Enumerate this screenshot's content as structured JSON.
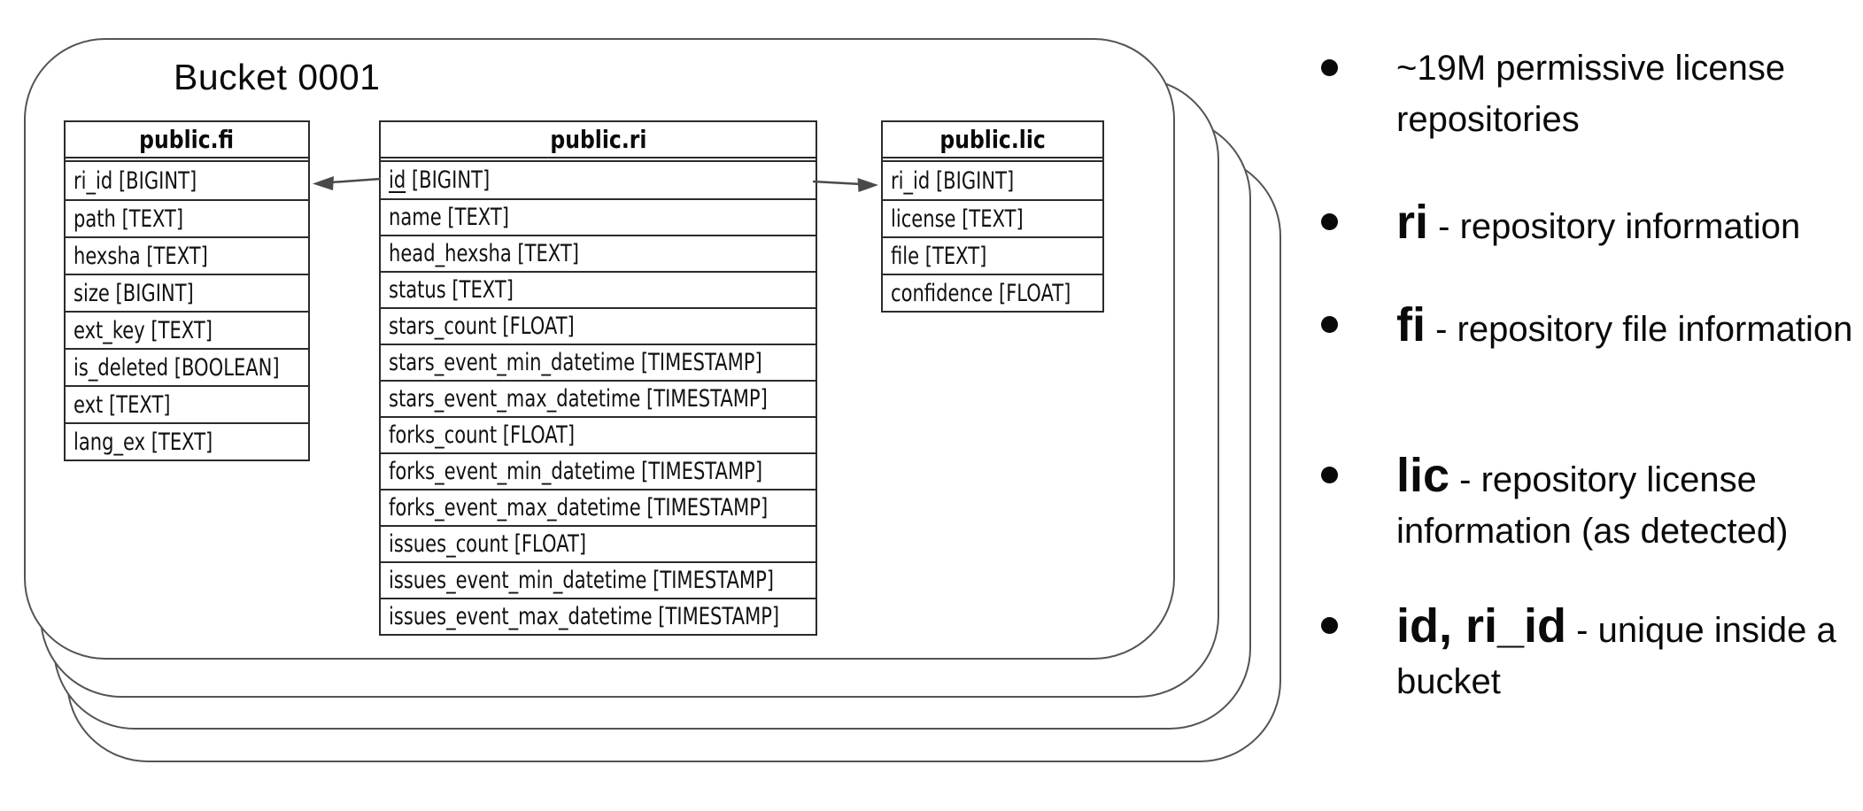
{
  "title": "Bucket 0001",
  "colors": {
    "bucket_border": "#545454",
    "table_border": "#2b2b2b",
    "text": "#0a0a0a",
    "arrow": "#4a4a4a"
  },
  "tables": [
    {
      "id": "fi",
      "name": "public.fi",
      "columns": [
        "ri_id [BIGINT]",
        "path [TEXT]",
        "hexsha [TEXT]",
        "size [BIGINT]",
        "ext_key [TEXT]",
        "is_deleted [BOOLEAN]",
        "ext [TEXT]",
        "lang_ex [TEXT]"
      ]
    },
    {
      "id": "ri",
      "name": "public.ri",
      "pk": "id",
      "columns": [
        "id [BIGINT]",
        "name [TEXT]",
        "head_hexsha [TEXT]",
        "status [TEXT]",
        "stars_count [FLOAT]",
        "stars_event_min_datetime [TIMESTAMP]",
        "stars_event_max_datetime [TIMESTAMP]",
        "forks_count [FLOAT]",
        "forks_event_min_datetime [TIMESTAMP]",
        "forks_event_max_datetime [TIMESTAMP]",
        "issues_count [FLOAT]",
        "issues_event_min_datetime [TIMESTAMP]",
        "issues_event_max_datetime [TIMESTAMP]"
      ]
    },
    {
      "id": "lic",
      "name": "public.lic",
      "columns": [
        "ri_id [BIGINT]",
        "license [TEXT]",
        "file [TEXT]",
        "confidence [FLOAT]"
      ]
    }
  ],
  "relationships": [
    {
      "name": "ri-id-to-fi-ri-id",
      "direction": "left"
    },
    {
      "name": "ri-id-to-lic-ri-id",
      "direction": "right"
    }
  ],
  "bullets": [
    {
      "term": "",
      "text": "~19M permissive license repositories"
    },
    {
      "term": "ri",
      "text": "- repository information"
    },
    {
      "term": "fi",
      "text": "- repository file information"
    },
    {
      "term": "lic",
      "text": "- repository license information (as detected)"
    },
    {
      "term": "id, ri_id",
      "text": "- unique inside a bucket"
    }
  ]
}
